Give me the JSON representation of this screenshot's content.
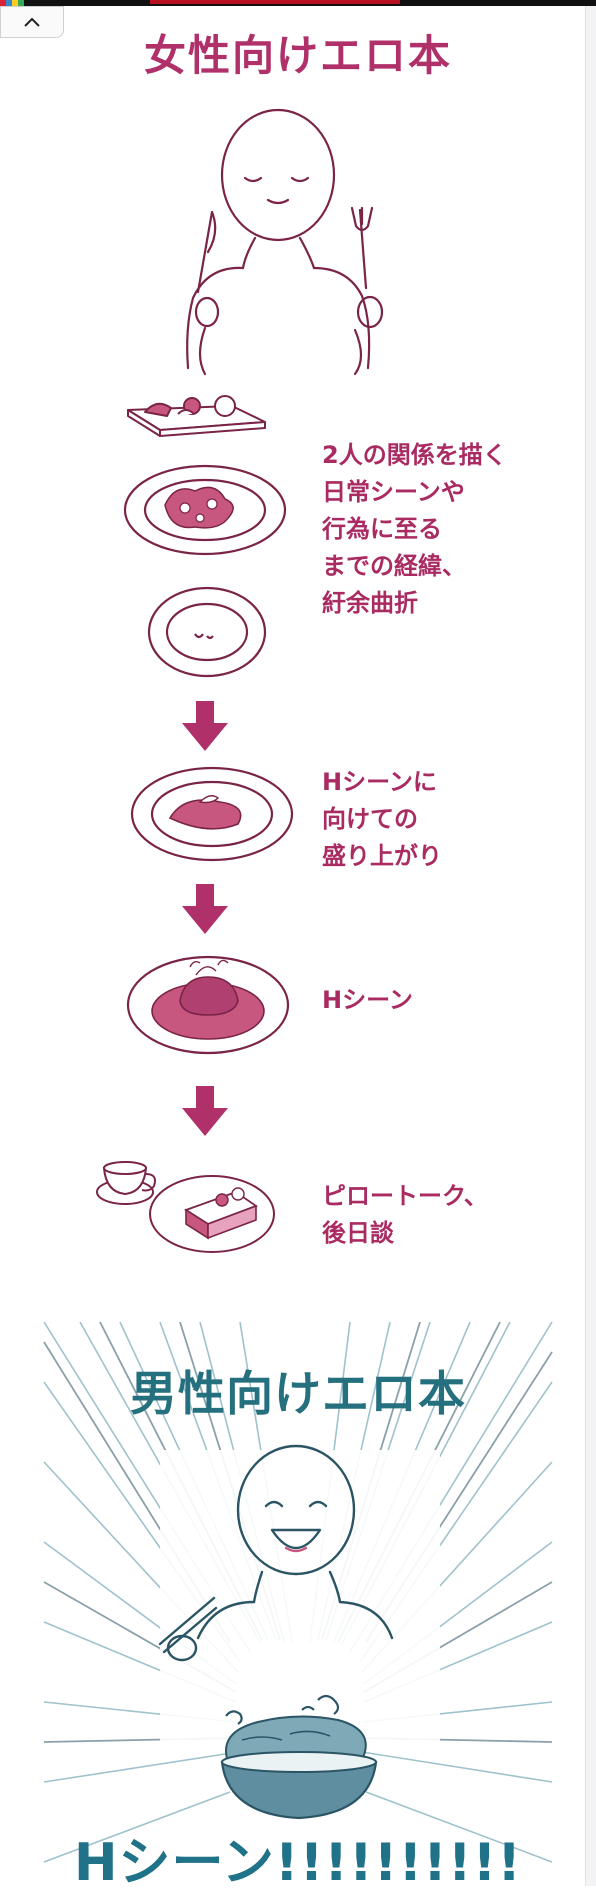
{
  "ui": {
    "scroll_top_icon": "chevron-up-icon"
  },
  "female_section": {
    "title": "女性向けエロ本",
    "steps": [
      {
        "text": "2人の関係を描く\n日常シーンや\n行為に至る\nまでの経緯、\n紆余曲折"
      },
      {
        "text": "Hシーンに\n向けての\n盛り上がり"
      },
      {
        "text": "Hシーン"
      },
      {
        "text": "ピロートーク、\n後日談"
      }
    ],
    "colors": {
      "accent": "#a92b62",
      "line": "#7a2447",
      "fill": "#c8577f",
      "arrow": "#b0306a"
    }
  },
  "male_section": {
    "title": "男性向けエロ本",
    "shout": "Hシーン!!!!!!!!!!",
    "colors": {
      "accent": "#24707f",
      "line": "#2b5565",
      "fill": "#7ea9b6"
    }
  }
}
